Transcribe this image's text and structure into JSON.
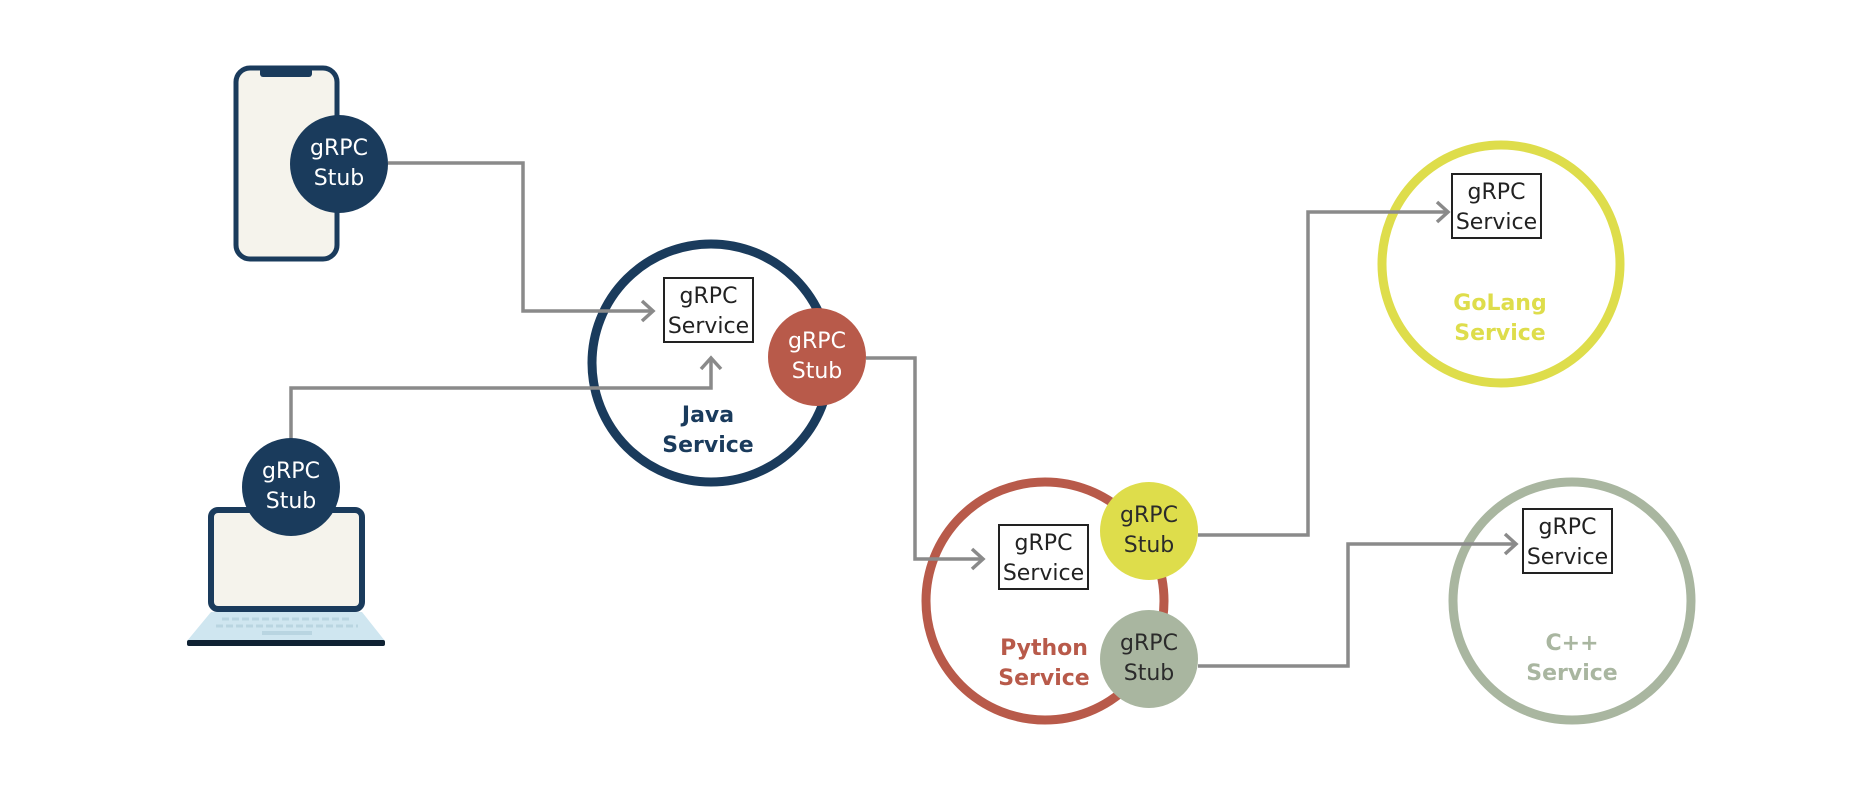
{
  "colors": {
    "navy": "#1a3b5c",
    "terracotta": "#b85a4a",
    "yellow": "#dedd4b",
    "sage": "#a9b6a0",
    "arrow": "#8a8a8a",
    "device_screen": "#f5f3ec",
    "keyboard": "#cfe6f0"
  },
  "icons": [
    "smartphone-icon",
    "laptop-icon"
  ],
  "clients": {
    "phone": {
      "stub_line1": "gRPC",
      "stub_line2": "Stub"
    },
    "laptop": {
      "stub_line1": "gRPC",
      "stub_line2": "Stub"
    }
  },
  "services": {
    "java": {
      "box_line1": "gRPC",
      "box_line2": "Service",
      "name_line1": "Java",
      "name_line2": "Service",
      "stub_line1": "gRPC",
      "stub_line2": "Stub"
    },
    "python": {
      "box_line1": "gRPC",
      "box_line2": "Service",
      "name_line1": "Python",
      "name_line2": "Service",
      "stub_golang_line1": "gRPC",
      "stub_golang_line2": "Stub",
      "stub_cpp_line1": "gRPC",
      "stub_cpp_line2": "Stub"
    },
    "golang": {
      "box_line1": "gRPC",
      "box_line2": "Service",
      "name_line1": "GoLang",
      "name_line2": "Service"
    },
    "cpp": {
      "box_line1": "gRPC",
      "box_line2": "Service",
      "name_line1": "C++",
      "name_line2": "Service"
    }
  }
}
